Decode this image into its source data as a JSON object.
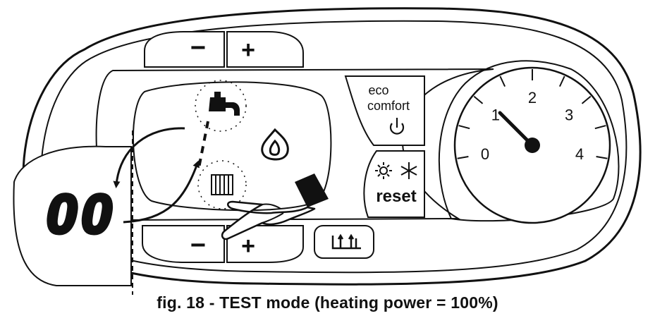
{
  "panel": {
    "eco_label": "eco",
    "comfort_label": "comfort",
    "reset_label": "reset",
    "display_value": "00",
    "buttons": {
      "dhw_minus": "−",
      "dhw_plus": "+",
      "heating_minus": "−",
      "heating_plus": "+"
    }
  },
  "gauge": {
    "scale_labels": [
      "0",
      "1",
      "2",
      "3",
      "4"
    ],
    "pointer_value": 1.1
  },
  "icons": {
    "tap": "tap-icon",
    "flame": "flame-icon",
    "radiator": "radiator-icon",
    "power": "power-icon",
    "sun": "sun-icon",
    "snowflake": "snowflake-icon",
    "hand": "pointing-hand-icon",
    "system": "system-info-icon"
  },
  "caption": "fig. 18 - TEST mode (heating power = 100%)"
}
